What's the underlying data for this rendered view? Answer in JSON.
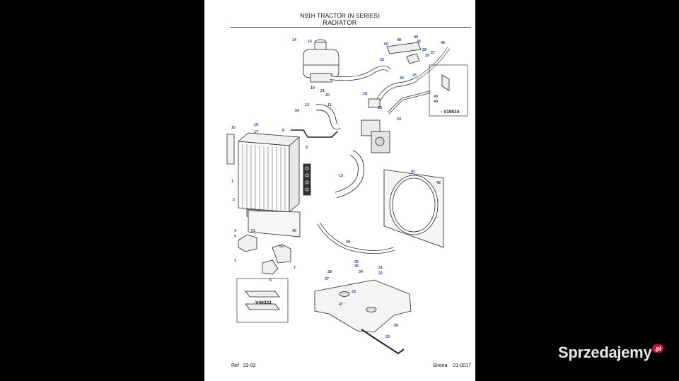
{
  "header": {
    "title": "N91H TRACTOR (N SERIES)",
    "subtitle": "RADIATOR"
  },
  "footer": {
    "ref_label": "Ref",
    "ref_value": "23-02",
    "page_label": "Strona",
    "page_value": "01-0017"
  },
  "variants": [
    "- V19514",
    "-V49333"
  ],
  "callouts": [
    "1",
    "2",
    "3",
    "4",
    "5",
    "6",
    "7",
    "8",
    "9",
    "10",
    "11",
    "12",
    "13",
    "14",
    "15",
    "16",
    "17",
    "18",
    "19",
    "20",
    "21",
    "22",
    "23",
    "24",
    "25",
    "26",
    "27",
    "28",
    "29",
    "30",
    "31",
    "32",
    "33",
    "34",
    "35",
    "36",
    "37",
    "38",
    "39",
    "40",
    "41",
    "42",
    "43",
    "44",
    "45",
    "46",
    "47",
    "48",
    "49",
    "50",
    "51",
    "52",
    "53",
    "54"
  ],
  "brand": {
    "name": "Sprzedajemy",
    "badge": ".pl"
  }
}
